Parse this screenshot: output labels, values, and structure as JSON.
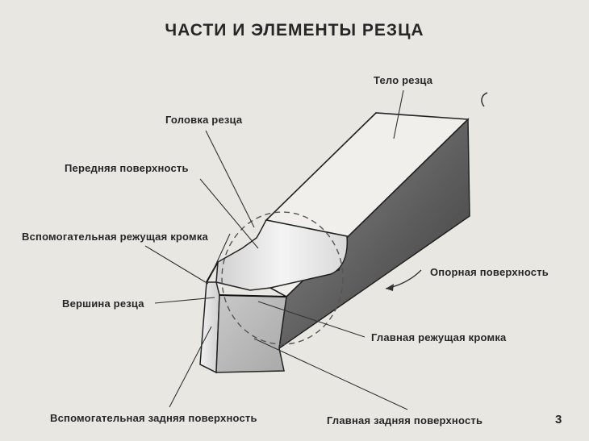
{
  "title": "ЧАСТИ И ЭЛЕМЕНТЫ РЕЗЦА",
  "labels": {
    "telo": "Тело резца",
    "golovka": "Головка резца",
    "perednyaya": "Передняя поверхность",
    "vspom_kromka": "Вспомогательная режущая кромка",
    "opornaya": "Опорная поверхность",
    "vershina": "Вершина резца",
    "glavnaya_kromka": "Главная режущая кромка",
    "vspom_zadnyaya": "Вспомогательная задняя поверхность",
    "glavnaya_zadnyaya": "Главная задняя поверхность"
  },
  "page_number": "3"
}
